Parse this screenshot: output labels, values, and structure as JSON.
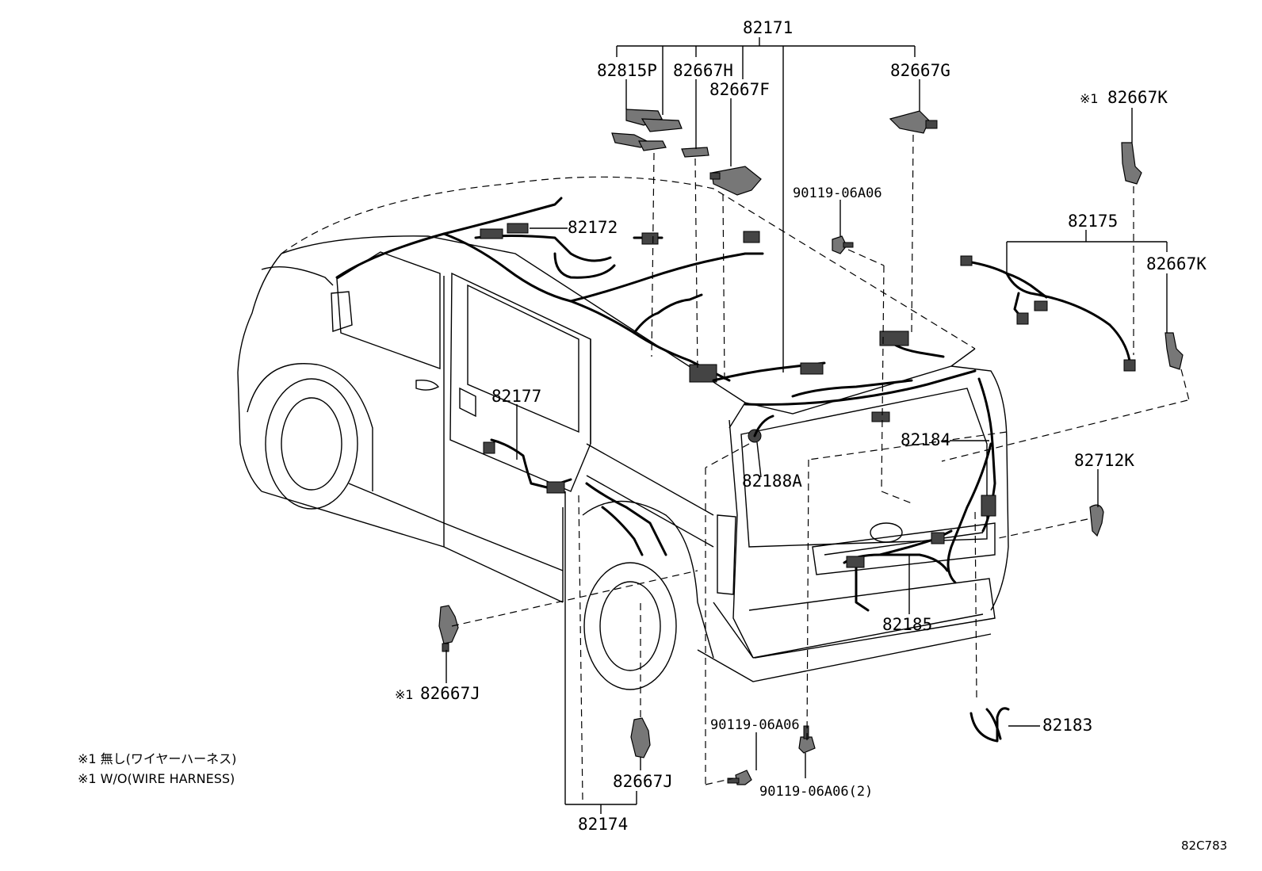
{
  "labels": {
    "p82171": "82171",
    "p82815P": "82815P",
    "p82667H": "82667H",
    "p82667F": "82667F",
    "p82667G": "82667G",
    "p82667K_top": "82667K",
    "p82667K_top_mark": "※1",
    "p82175": "82175",
    "p82667K_right": "82667K",
    "p90119_top": "90119-06A06",
    "p82172": "82172",
    "p82177": "82177",
    "p82184": "82184",
    "p82188A": "82188A",
    "p82712K": "82712K",
    "p82185": "82185",
    "p82183": "82183",
    "p82667J_left": "82667J",
    "p82667J_left_mark": "※1",
    "p90119_bottom": "90119-06A06",
    "p90119_bottom2": "90119-06A06(2)",
    "p82667J_bottom": "82667J",
    "p82174": "82174"
  },
  "notes": [
    "※1 無し(ワイヤーハーネス)",
    "※1 W/O(WIRE HARNESS)"
  ],
  "diagram_code": "82C783"
}
